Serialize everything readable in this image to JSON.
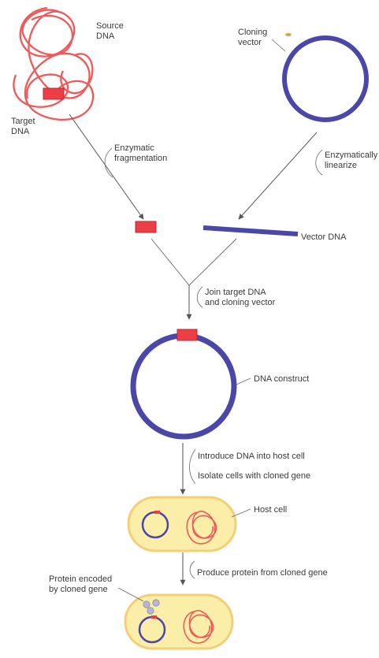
{
  "labels": {
    "source_dna": [
      "Source",
      "DNA"
    ],
    "target_dna": [
      "Target",
      "DNA"
    ],
    "cloning_vector": [
      "Cloning",
      "vector"
    ],
    "enzymatic_fragmentation": [
      "Enzymatic",
      "fragmentation"
    ],
    "enzymatically_linearize": [
      "Enzymatically",
      "linearize"
    ],
    "vector_dna": "Vector DNA",
    "join_step": [
      "Join target DNA",
      "and cloning vector"
    ],
    "dna_construct": "DNA construct",
    "introduce_dna": "Introduce DNA into host cell",
    "isolate_cells": "Isolate cells with cloned gene",
    "host_cell": "Host cell",
    "produce_protein": "Produce protein from cloned gene",
    "protein_encoded": [
      "Protein encoded",
      "by cloned gene"
    ]
  },
  "colors": {
    "dna_red": "#ee5a5a",
    "target_block": "#ee3e45",
    "vector_blue": "#4a47a8",
    "cell_fill": "#fbeea8",
    "cell_edge": "#f3cf7a",
    "arrow": "#666666",
    "protein": "#b9b6d3"
  }
}
